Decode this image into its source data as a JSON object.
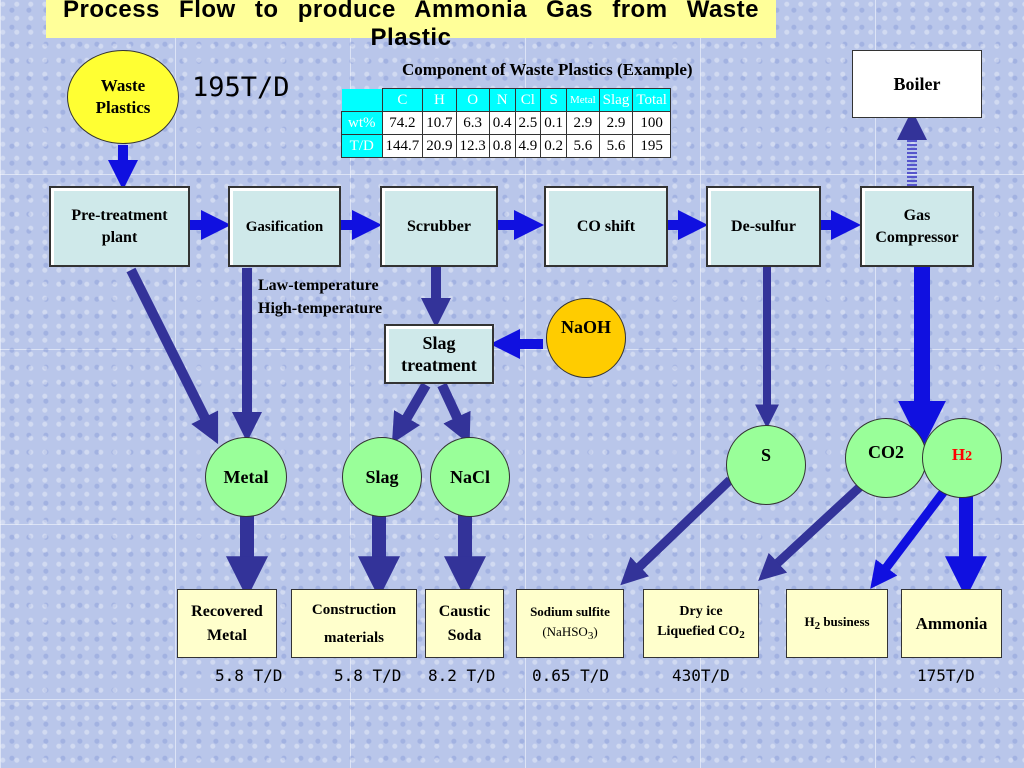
{
  "title": "Process  Flow  to  produce  Ammonia  Gas  from  Waste  Plastic",
  "input": {
    "label": "Waste Plastics",
    "rate": "195T/D"
  },
  "table": {
    "caption": "Component of Waste Plastics (Example)",
    "headers": [
      "C",
      "H",
      "O",
      "N",
      "Cl",
      "S",
      "Metal",
      "Slag",
      "Total"
    ],
    "rows": [
      {
        "label": "wt%",
        "values": [
          "74.2",
          "10.7",
          "6.3",
          "0.4",
          "2.5",
          "0.1",
          "2.9",
          "2.9",
          "100"
        ]
      },
      {
        "label": "T/D",
        "values": [
          "144.7",
          "20.9",
          "12.3",
          "0.8",
          "4.9",
          "0.2",
          "5.6",
          "5.6",
          "195"
        ]
      }
    ]
  },
  "boiler": "Boiler",
  "processes": {
    "pretreatment": "Pre-treatment plant",
    "gasification": "Gasification",
    "scrubber": "Scrubber",
    "co_shift": "CO shift",
    "desulfur": "De-sulfur",
    "compressor": "Gas Compressor",
    "slag_treatment": "Slag treatment"
  },
  "gasification_note": {
    "line1": "Law-temperature",
    "line2": "High-temperature"
  },
  "naoh": "NaOH",
  "intermediates": {
    "metal": "Metal",
    "slag": "Slag",
    "nacl": "NaCl",
    "s": "S",
    "co2": "CO2",
    "h2_main": "H",
    "h2_sub": "2"
  },
  "products": {
    "recovered_metal": "Recovered Metal",
    "construction": "Construction materials",
    "caustic_soda": "Caustic Soda",
    "sodium_sulfite_1": "Sodium sulfite",
    "sodium_sulfite_2a": "(NaHSO",
    "sodium_sulfite_2b": "3",
    "sodium_sulfite_2c": ")",
    "dry_ice_1": "Dry ice",
    "dry_ice_2a": "Liquefied CO",
    "dry_ice_2b": "2",
    "h2_business_a": "H",
    "h2_business_b": "2",
    "h2_business_c": " business",
    "ammonia": "Ammonia"
  },
  "rates": {
    "metal": "5.8 T/D",
    "construction": "5.8 T/D",
    "caustic": "8.2 T/D",
    "sulfite": "0.65 T/D",
    "dryice": "430T/D",
    "ammonia": "175T/D"
  },
  "colors": {
    "arrow": "#1010e0",
    "arrow_dark": "#333399",
    "process_fill": "#cfe9ea",
    "product_fill": "#ffffcc",
    "intermediate_fill": "#99ff99",
    "h2_text": "#ff0000"
  }
}
